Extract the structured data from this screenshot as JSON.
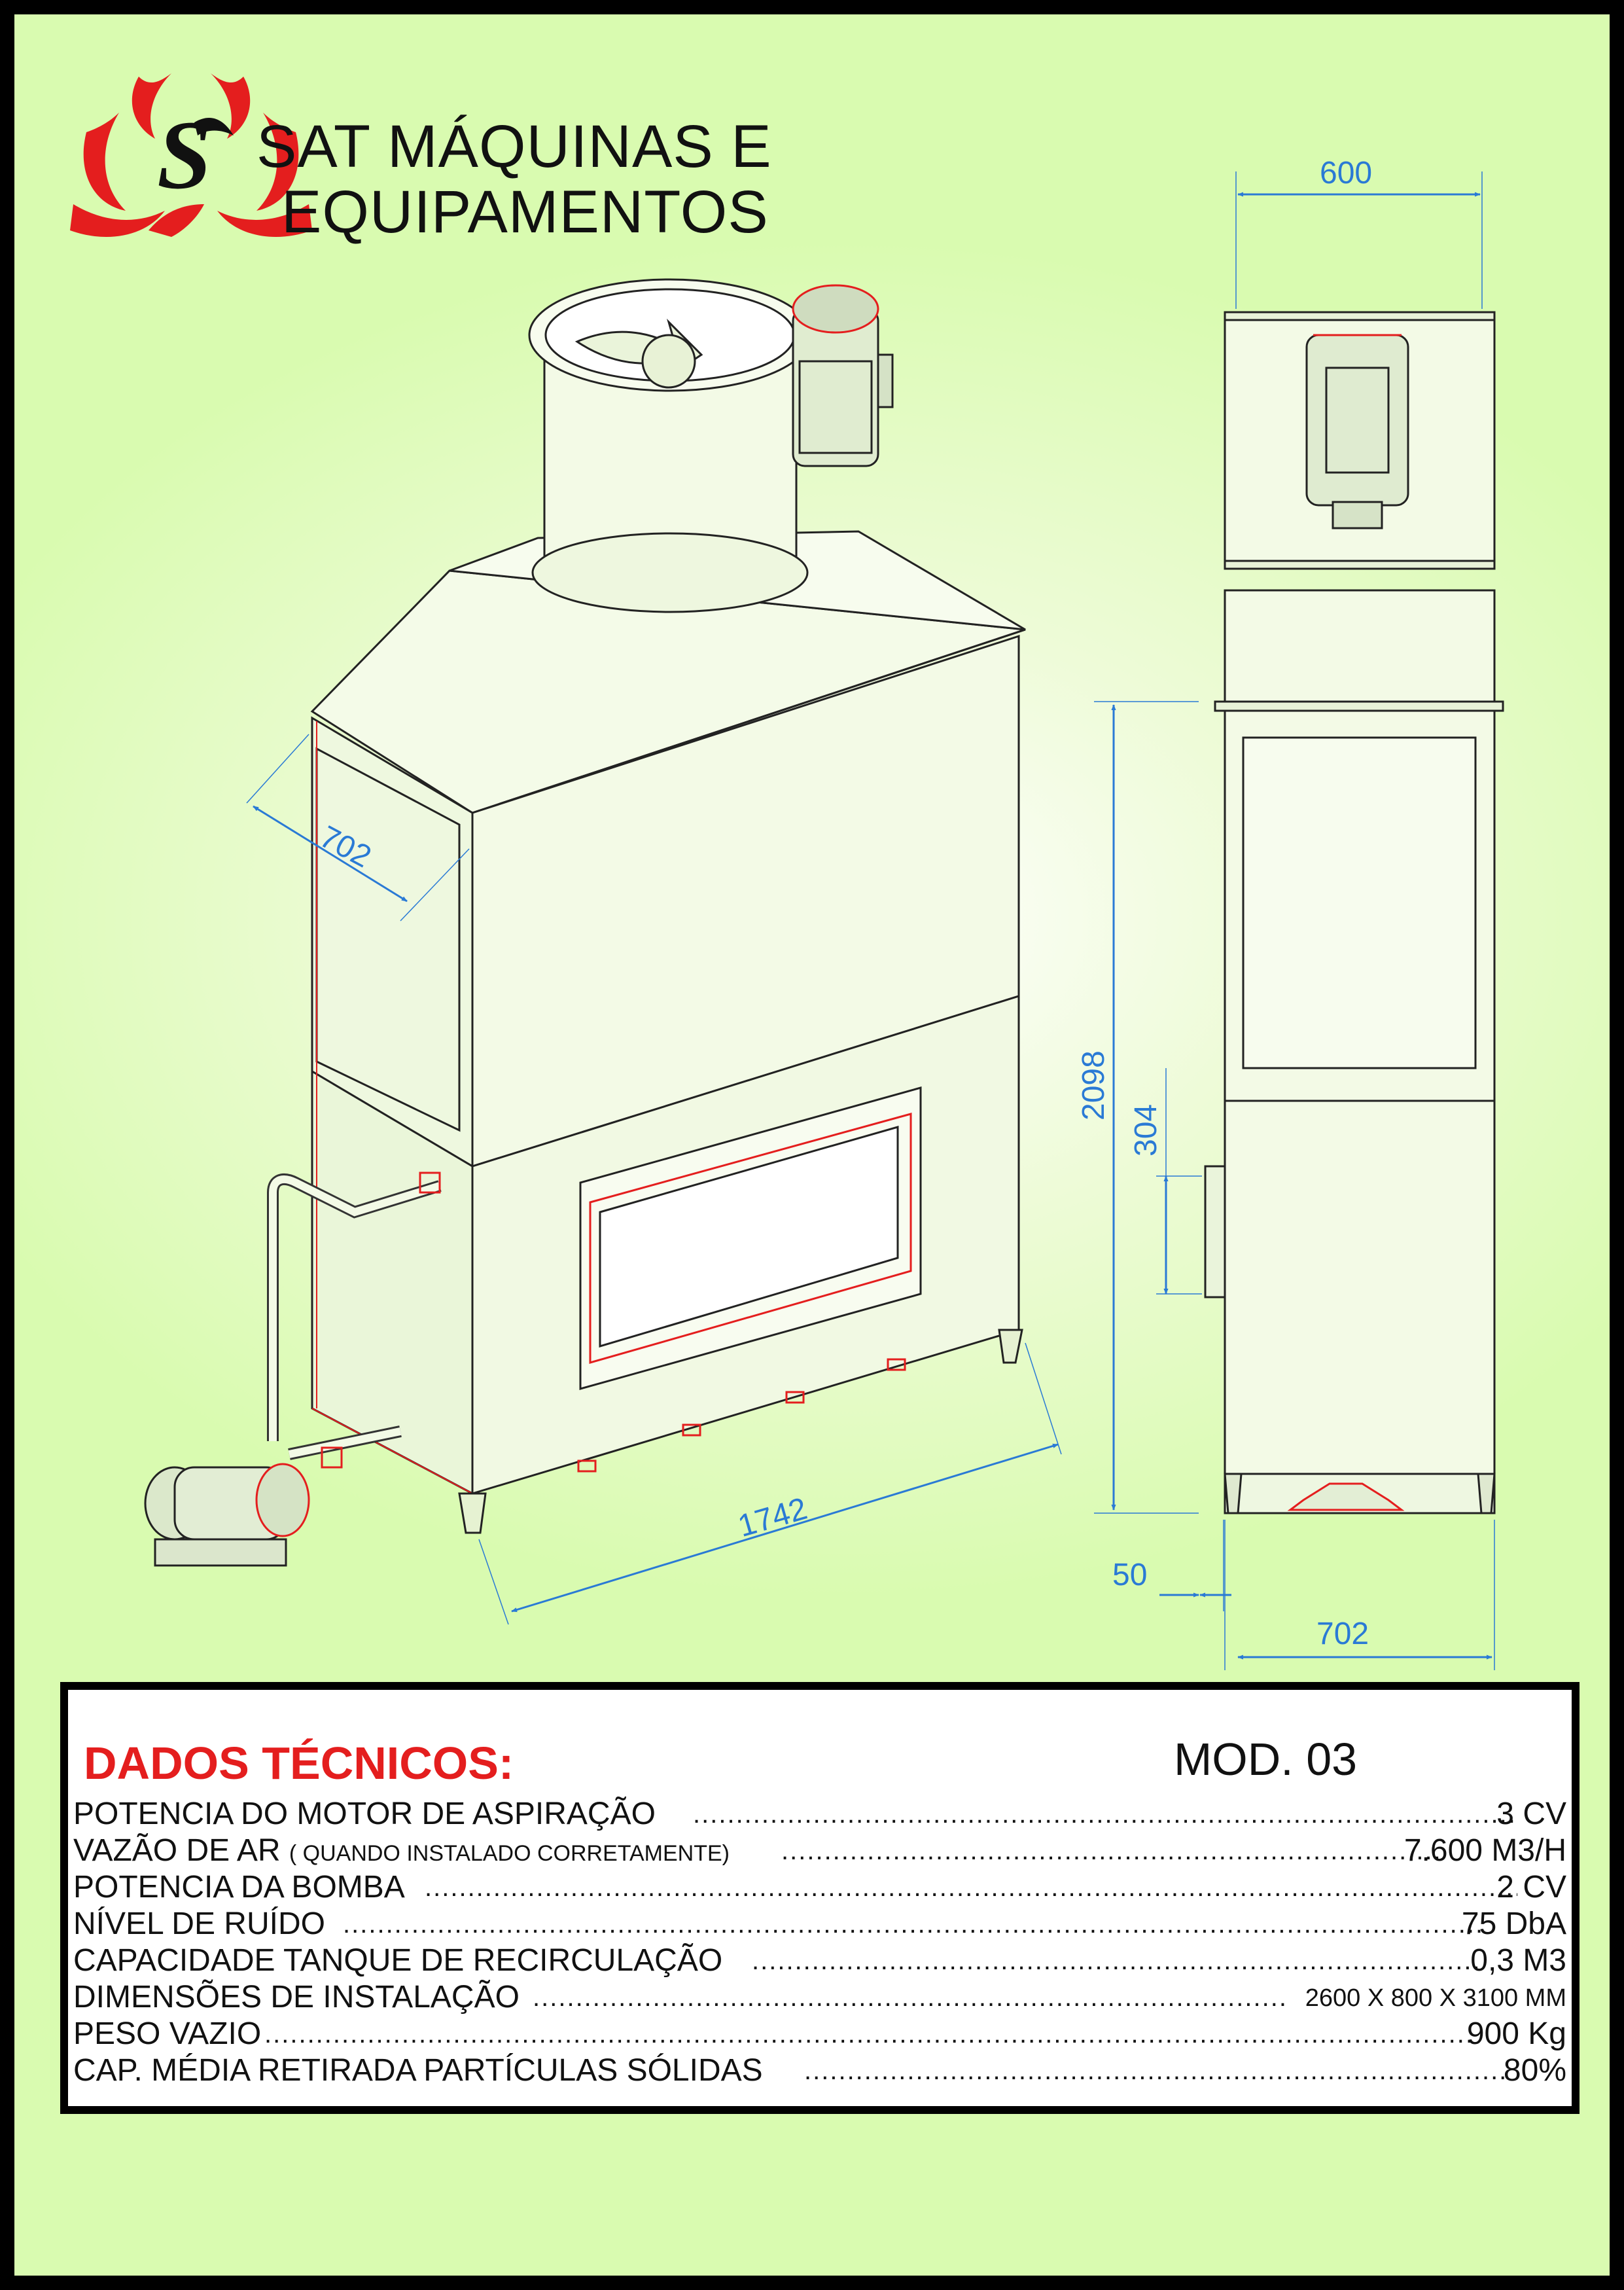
{
  "brand": {
    "line1": "SAT MÁQUINAS E",
    "line2": "EQUIPAMENTOS",
    "logo_icon": "sat-logo-icon",
    "accent": "#e41e1e"
  },
  "dimensions": {
    "top_width": "600",
    "iso_depth": "702",
    "height": "2098",
    "window_height": "304",
    "iso_length": "1742",
    "base_offset": "50",
    "side_width": "702"
  },
  "colors": {
    "dimension": "#2a7ad5",
    "line": "#222222",
    "accent": "#e41e1e",
    "background": "#d9fbb0"
  },
  "specs": {
    "title": "DADOS TÉCNICOS:",
    "model": "MOD. 03",
    "rows": [
      {
        "label": "POTENCIA DO MOTOR DE ASPIRAÇÃO",
        "note": "",
        "value": "3 CV"
      },
      {
        "label": "VAZÃO DE AR",
        "note": "( QUANDO INSTALADO CORRETAMENTE)",
        "value": "7.600 M3/H"
      },
      {
        "label": "POTENCIA DA BOMBA",
        "note": "",
        "value": "2 CV"
      },
      {
        "label": "NÍVEL DE RUÍDO",
        "note": "",
        "value": "75 DbA"
      },
      {
        "label": "CAPACIDADE TANQUE DE RECIRCULAÇÃO",
        "note": "",
        "value": "0,3 M3"
      },
      {
        "label": "DIMENSÕES DE INSTALAÇÃO",
        "note": "",
        "value": "2600 X 800 X 3100 MM"
      },
      {
        "label": "PESO VAZIO",
        "note": "",
        "value": "900 Kg"
      },
      {
        "label": "CAP. MÉDIA RETIRADA PARTÍCULAS SÓLIDAS",
        "note": "",
        "value": "80%"
      }
    ]
  }
}
